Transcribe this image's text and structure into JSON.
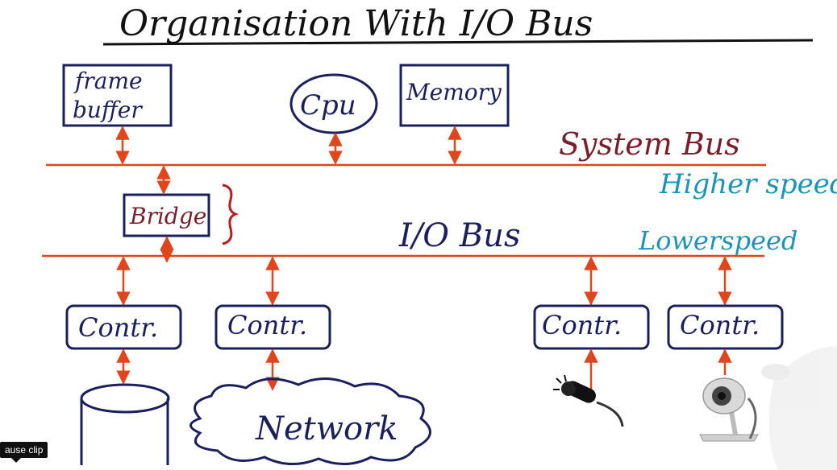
{
  "title": "Organisation With I/O Bus",
  "components": {
    "frame_buffer": [
      "frame",
      "buffer"
    ],
    "cpu": "Cpu",
    "memory": "Memory",
    "bridge": "Bridge",
    "controller": "Contr.",
    "network": "Network"
  },
  "labels": {
    "system_bus": "System Bus",
    "io_bus": "I/O Bus",
    "higher_speed": "Higher speed",
    "lower_speed": "Lowerspeed"
  },
  "colors": {
    "ink": "#1b1f5c",
    "bus": "#e0451c",
    "maroon": "#7a1f2a",
    "teal": "#1d93b8",
    "title": "#111111"
  },
  "controls": {
    "pause_clip": "ause clip"
  },
  "icons": [
    "microphone-icon",
    "webcam-icon",
    "disk-icon",
    "cloud-icon",
    "hand-icon"
  ]
}
